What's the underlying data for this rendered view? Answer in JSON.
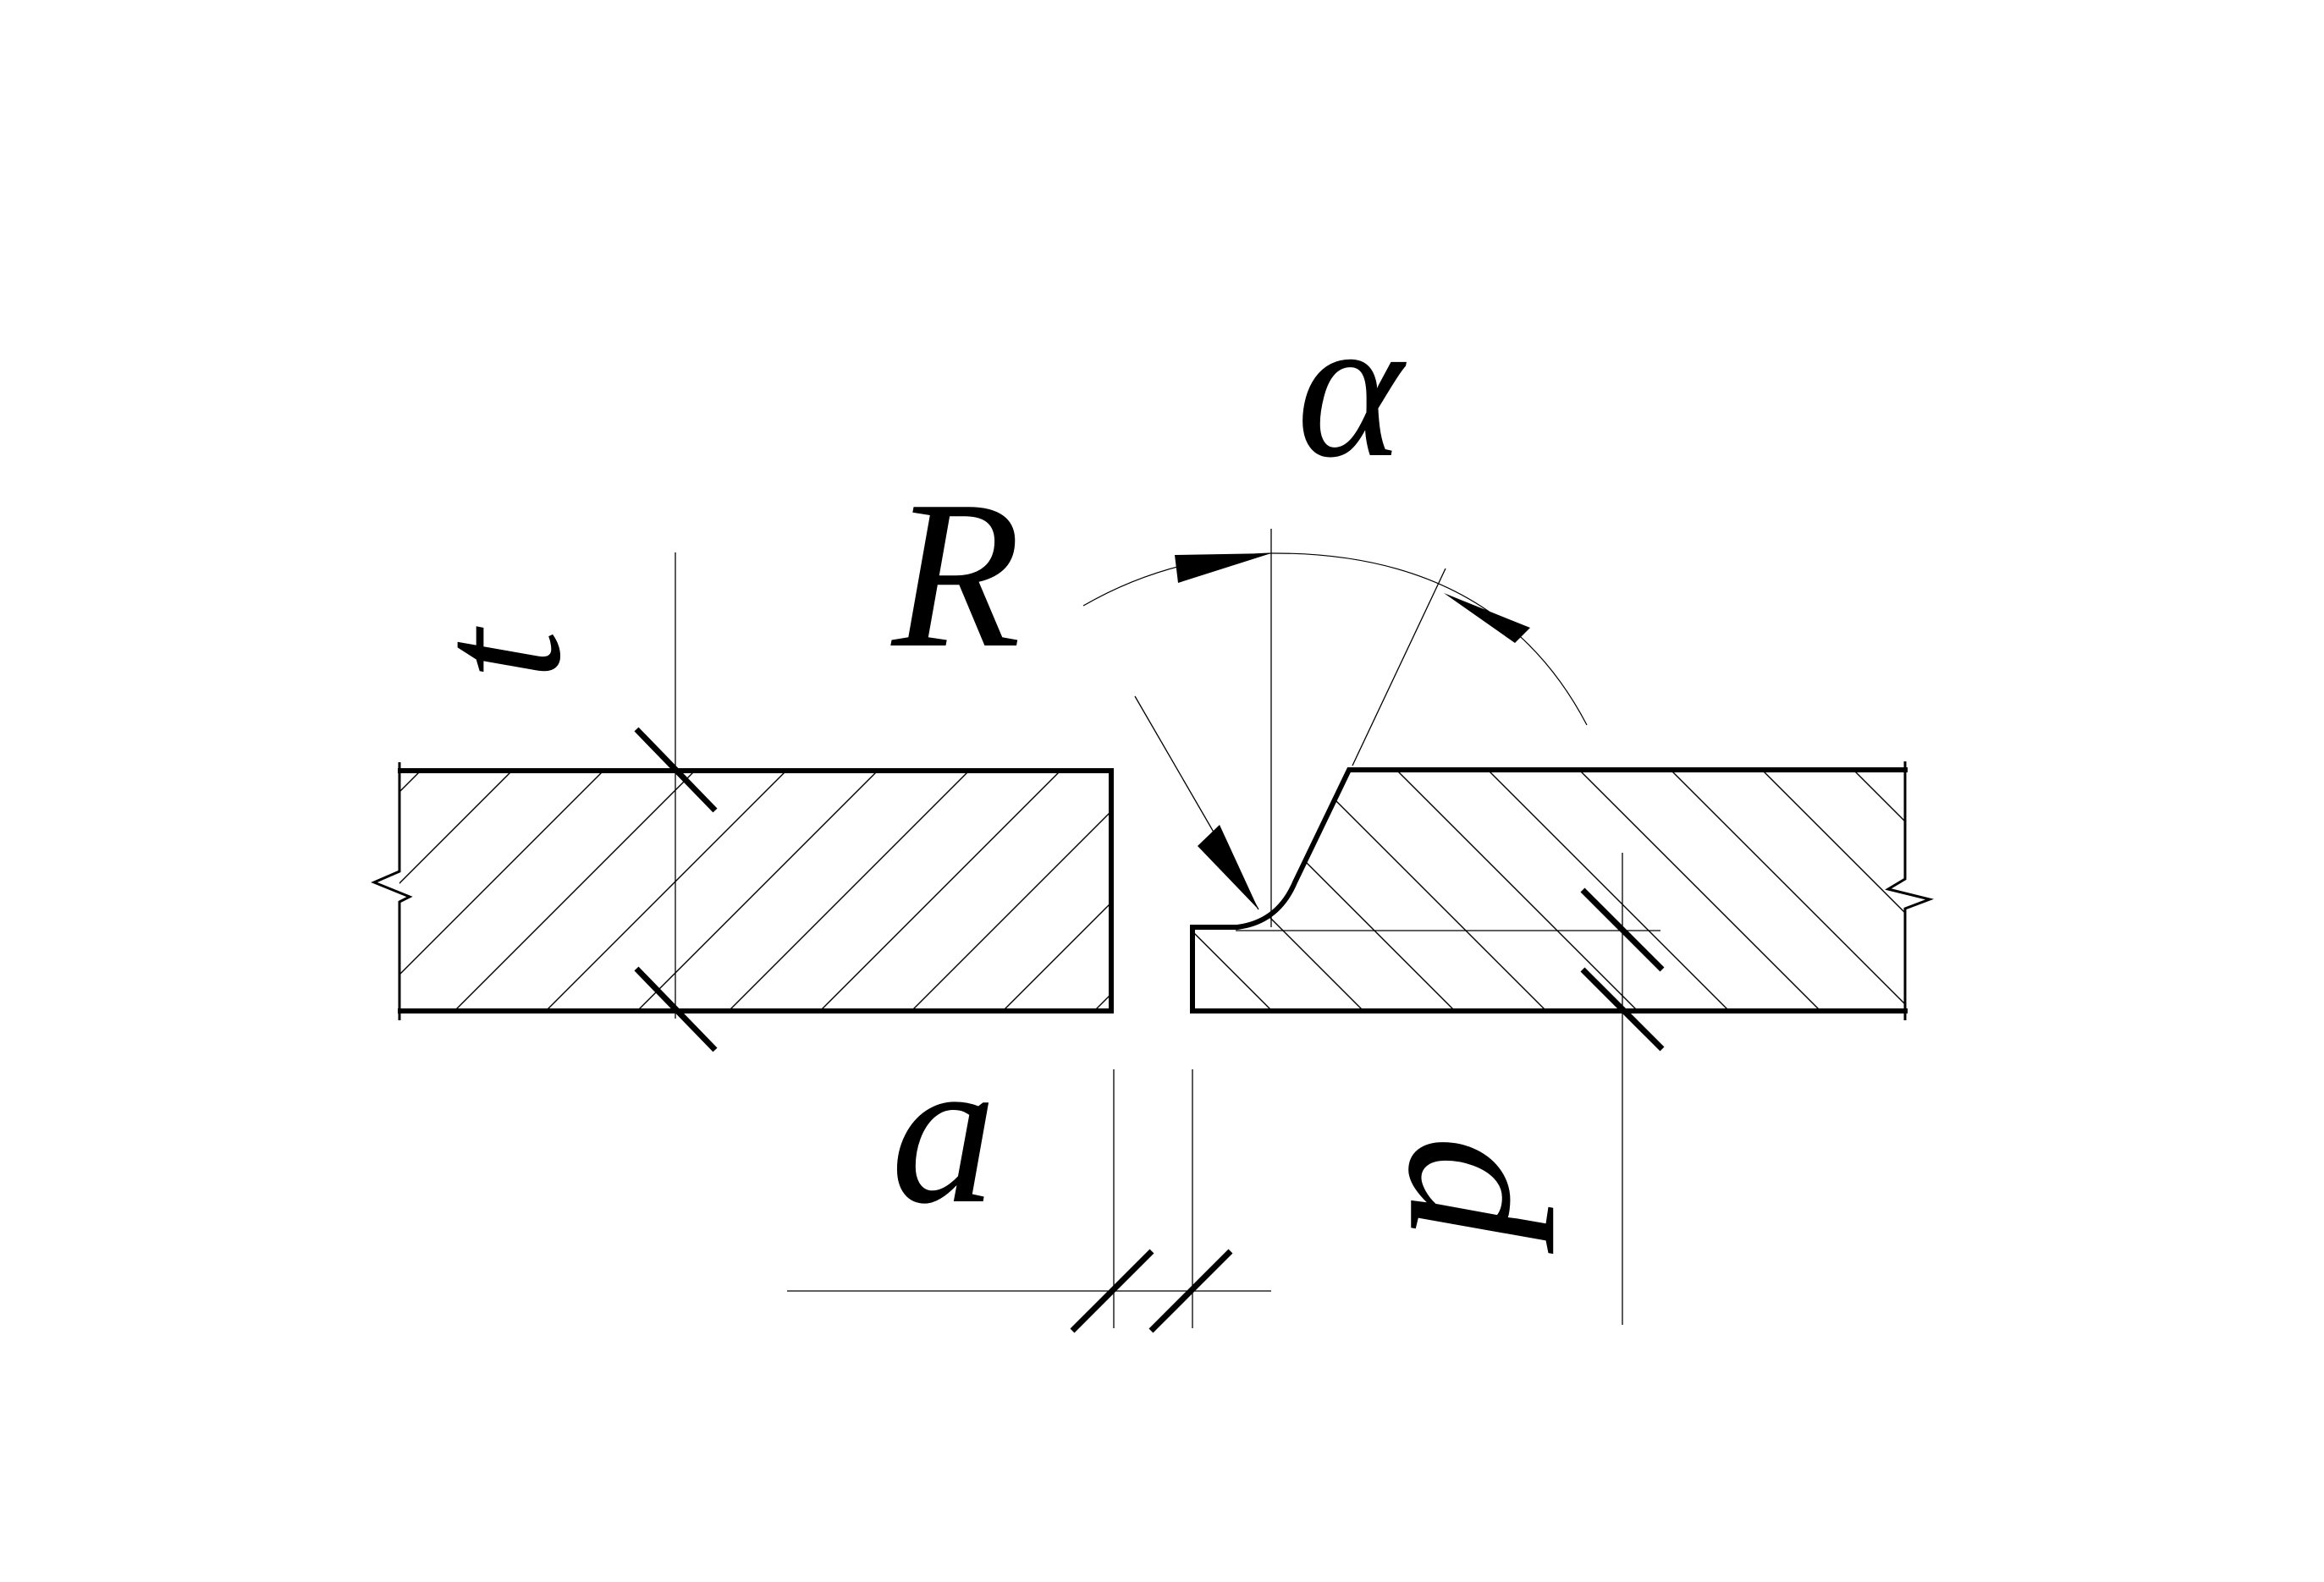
{
  "diagram": {
    "labels": {
      "thickness": "t",
      "radius": "R",
      "bevel_angle": "α",
      "root_gap": "a",
      "root_face": "p"
    }
  },
  "colors": {
    "line": "#000000",
    "background": "#ffffff"
  }
}
